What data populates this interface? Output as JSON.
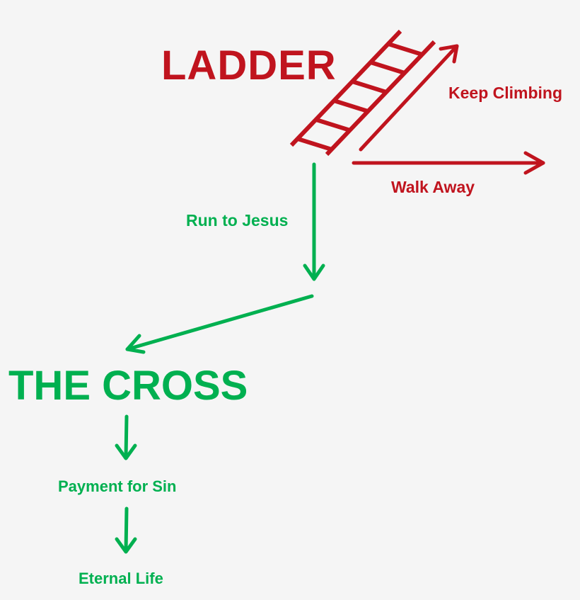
{
  "colors": {
    "red": "#c0141e",
    "green": "#00b050",
    "background": "#f5f5f5"
  },
  "ladder": {
    "title": "LADDER",
    "icon": "ladder-icon"
  },
  "branches": {
    "keep_climbing": "Keep Climbing",
    "walk_away": "Walk Away",
    "run_to_jesus": "Run to Jesus"
  },
  "cross": {
    "title": "THE CROSS"
  },
  "steps": {
    "payment": "Payment for Sin",
    "eternal_life": "Eternal Life"
  }
}
